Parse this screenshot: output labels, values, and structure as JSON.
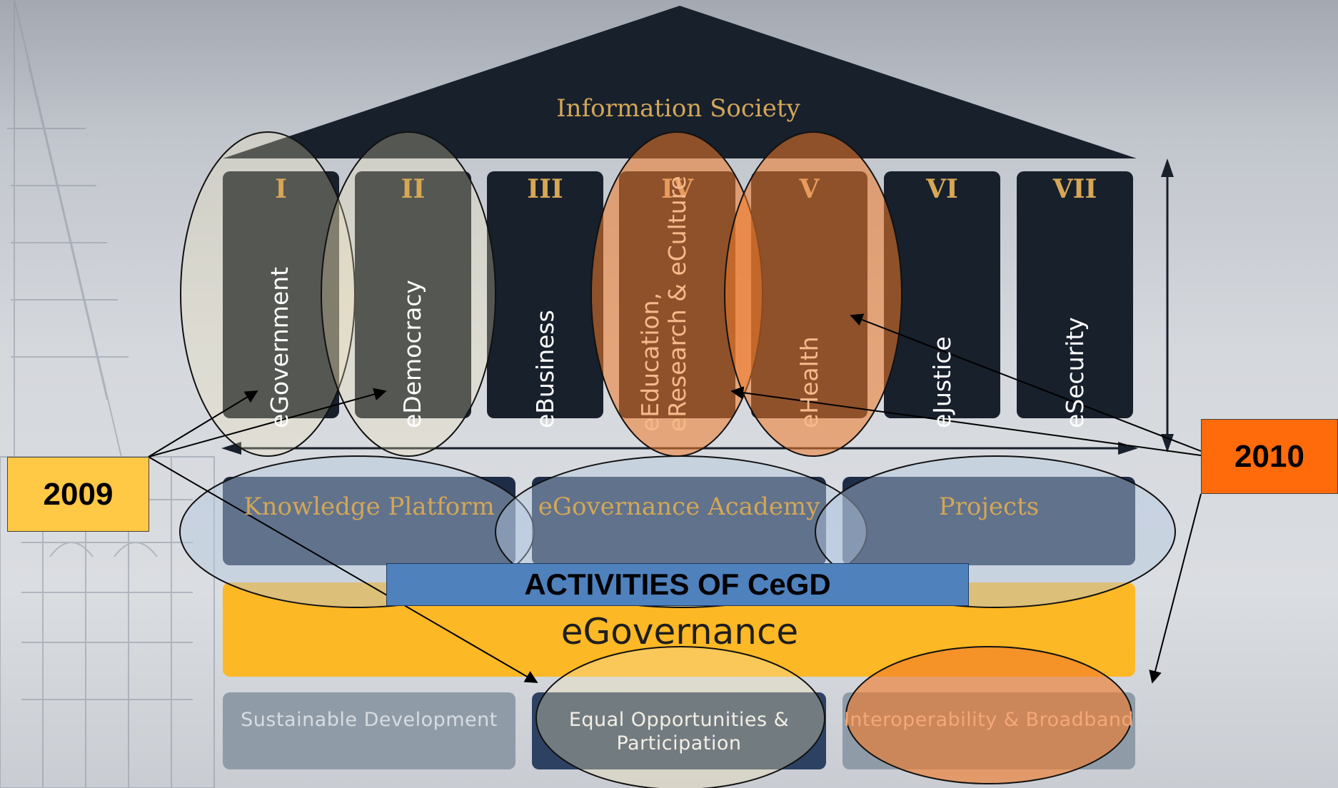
{
  "roof": {
    "title": "Information Society"
  },
  "pillars": [
    {
      "numeral": "I",
      "label": "eGovernment"
    },
    {
      "numeral": "II",
      "label": "eDemocracy"
    },
    {
      "numeral": "III",
      "label": "eBusiness"
    },
    {
      "numeral": "IV",
      "label": "eEducation, eResearch & eCulture"
    },
    {
      "numeral": "V",
      "label": "eHealth"
    },
    {
      "numeral": "VI",
      "label": "eJustice"
    },
    {
      "numeral": "VII",
      "label": "eSecurity"
    }
  ],
  "middle_row": [
    {
      "label": "Knowledge Platform"
    },
    {
      "label": "eGovernance Academy"
    },
    {
      "label": "Projects"
    }
  ],
  "activities_banner": "ACTIVITIES OF CeGD",
  "foundation": "eGovernance",
  "bottom_row": [
    {
      "label": "Sustainable Development"
    },
    {
      "label": "Equal Opportunities & Participation"
    },
    {
      "label": "Interoperability & Broadband"
    }
  ],
  "years": [
    {
      "label": "2009",
      "color": "#ffc845"
    },
    {
      "label": "2010",
      "color": "#ff6a0a"
    }
  ],
  "colors": {
    "dark_navy": "#18202c",
    "gold_text": "#d2a757",
    "foundation_yellow": "#fdb825",
    "highlight_2009": "#f3e6b6",
    "highlight_2010": "#f07a2a",
    "banner_blue": "#4f81bd"
  }
}
